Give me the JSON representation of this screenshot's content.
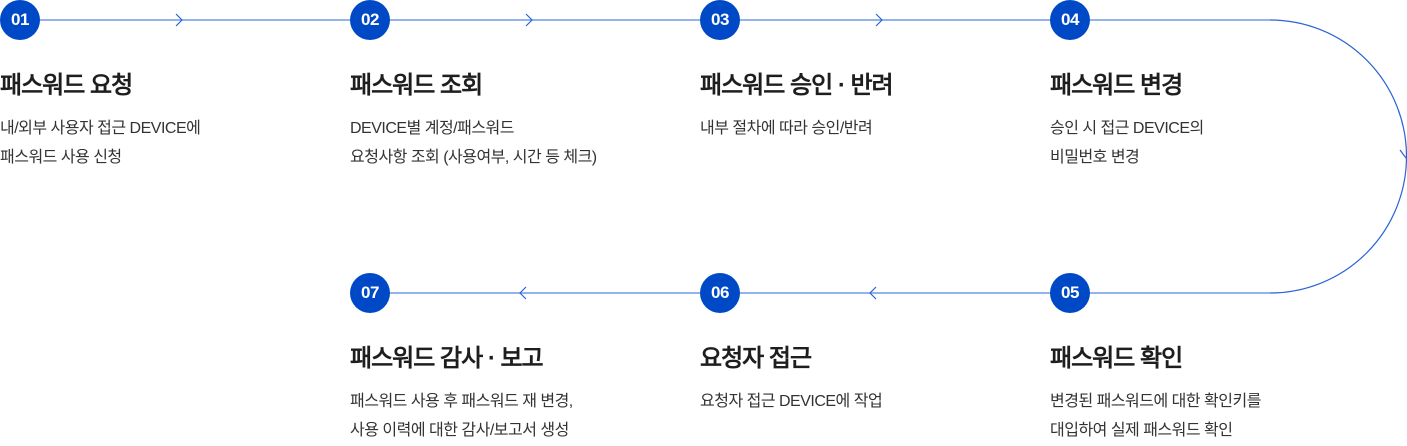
{
  "colors": {
    "badge": "#0049c6",
    "line": "#6f9be6",
    "arc": "#2a62d9"
  },
  "steps": [
    {
      "num": "01",
      "title": "패스워드 요청",
      "lines": [
        "내/외부 사용자 접근 DEVICE에",
        "패스워드 사용 신청"
      ]
    },
    {
      "num": "02",
      "title": "패스워드 조회",
      "lines": [
        "DEVICE별 계정/패스워드",
        "요청사항 조회 (사용여부, 시간 등 체크)"
      ]
    },
    {
      "num": "03",
      "title": "패스워드 승인 · 반려",
      "lines": [
        "내부 절차에 따라 승인/반려"
      ]
    },
    {
      "num": "04",
      "title": "패스워드 변경",
      "lines": [
        "승인 시 접근 DEVICE의",
        "비밀번호 변경"
      ]
    },
    {
      "num": "05",
      "title": "패스워드 확인",
      "lines": [
        "변경된 패스워드에 대한 확인키를",
        "대입하여 실제 패스워드 확인"
      ]
    },
    {
      "num": "06",
      "title": "요청자 접근",
      "lines": [
        "요청자 접근 DEVICE에 작업"
      ]
    },
    {
      "num": "07",
      "title": "패스워드 감사 · 보고",
      "lines": [
        "패스워드 사용 후 패스워드 재 변경,",
        "사용 이력에 대한 감사/보고서 생성"
      ]
    }
  ]
}
